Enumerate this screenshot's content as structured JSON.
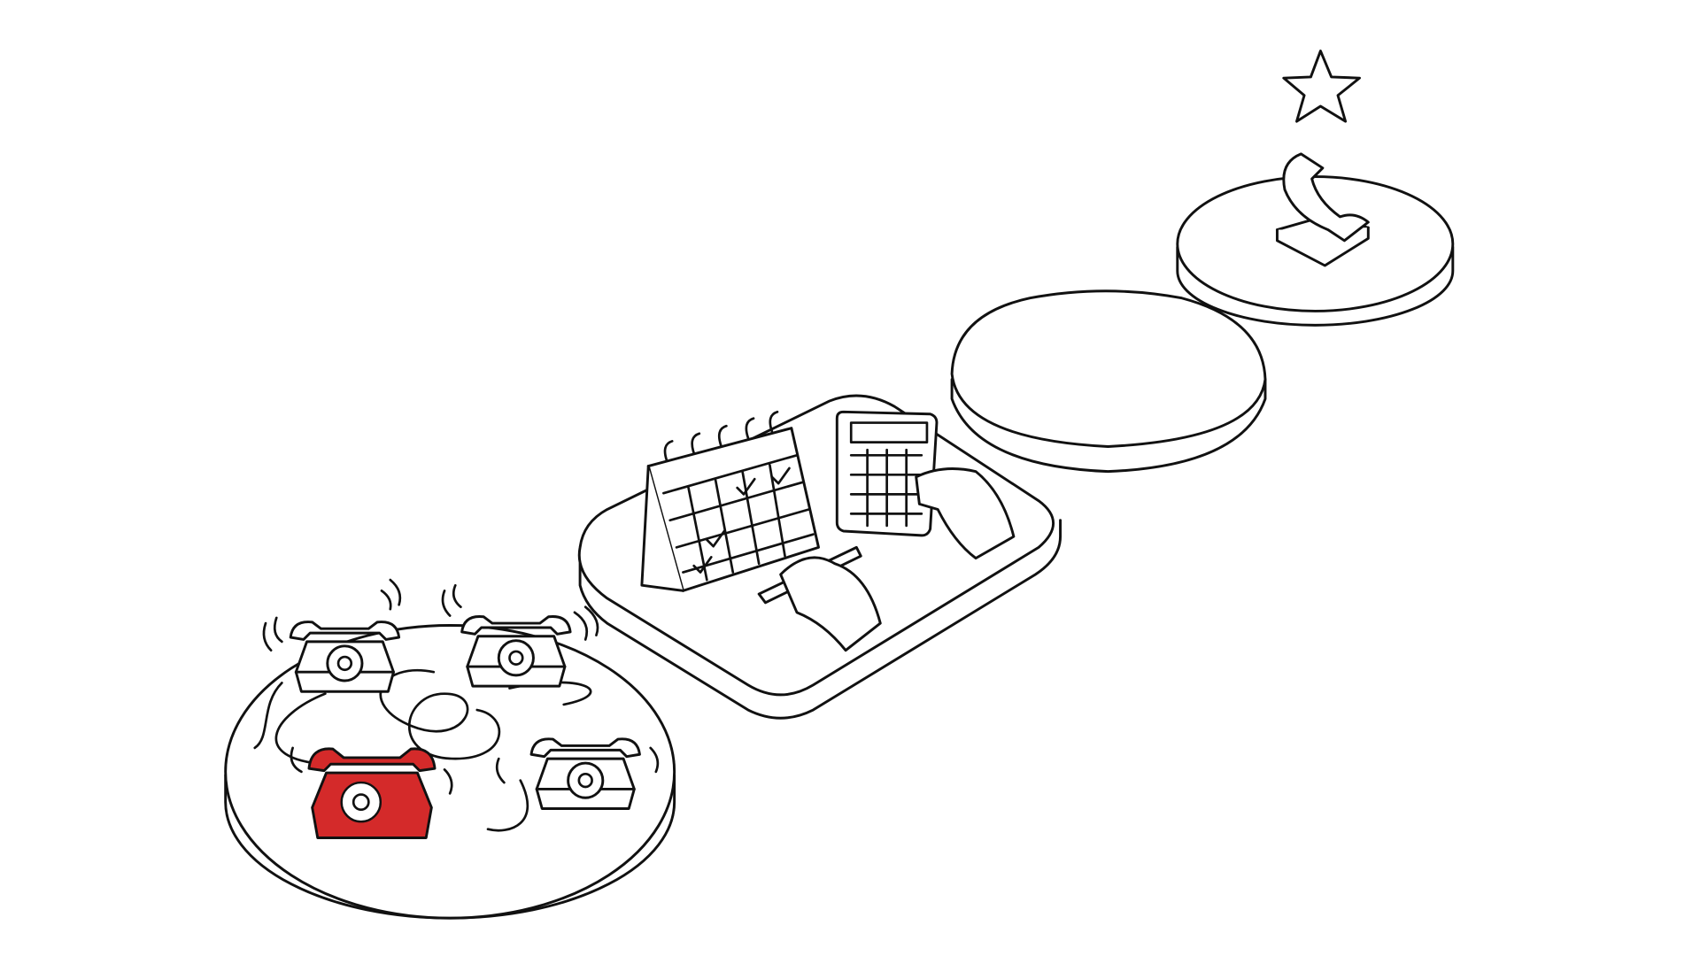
{
  "illustration": {
    "stages": [
      {
        "id": "chaos",
        "icon": "ringing-telephones-icon",
        "phone_count": 4,
        "highlighted_phone_color": "#d42a2a"
      },
      {
        "id": "planning",
        "icon": "calendar-calculator-icon"
      },
      {
        "id": "empty",
        "icon": "none"
      },
      {
        "id": "goal",
        "icon": "telephone-handset-icon"
      }
    ],
    "goal_marker": "star-icon",
    "colors": {
      "line": "#111111",
      "background": "#ffffff",
      "accent": "#d42a2a"
    }
  }
}
